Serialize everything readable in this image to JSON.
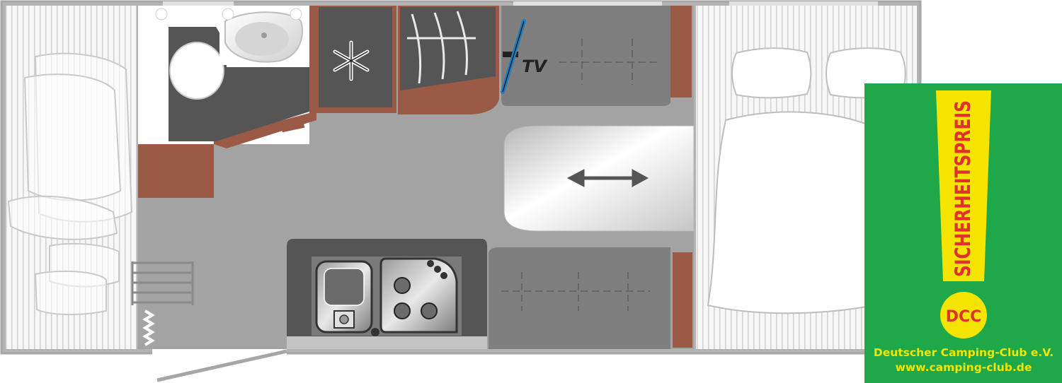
{
  "floorplan": {
    "tv_label": "TV"
  },
  "badge": {
    "award": "SICHERHEITSPREIS",
    "logo": "DCC",
    "org": "Deutscher Camping-Club e.V.",
    "url": "www.camping-club.de",
    "colors": {
      "green": "#1fa84a",
      "yellow": "#f4e400",
      "text": "#e0322c"
    }
  }
}
